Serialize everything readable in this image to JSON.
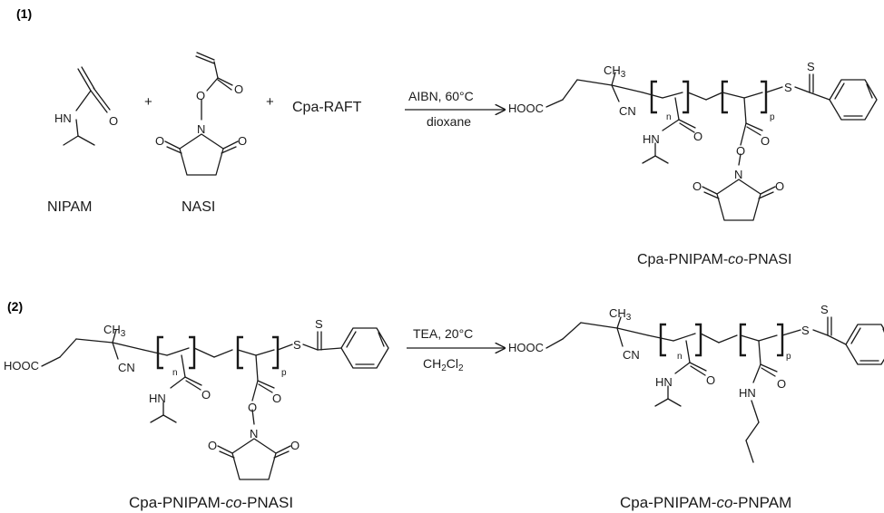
{
  "steps": {
    "one": "(1)",
    "two": "(2)"
  },
  "reactants": {
    "nipam": "NIPAM",
    "nasi": "NASI",
    "raft": "Cpa-RAFT",
    "plus": "+"
  },
  "conditions": {
    "step1_top": "AIBN, 60°C",
    "step1_bottom": "dioxane",
    "step2_top": "TEA, 20°C",
    "step2_bottom_main": "CH",
    "step2_bottom_sub1": "2",
    "step2_bottom_mid": "Cl",
    "step2_bottom_sub2": "2"
  },
  "products": {
    "p1_prefix": "Cpa-PNIPAM-",
    "p1_italic": "co",
    "p1_suffix": "-PNASI",
    "p2_prefix": "Cpa-PNIPAM-",
    "p2_italic": "co",
    "p2_suffix": "-PNPAM"
  },
  "atoms": {
    "O": "O",
    "N": "N",
    "HN": "HN",
    "S": "S",
    "HOOC": "HOOC",
    "CN": "CN",
    "CH": "CH",
    "three": "3",
    "n": "n",
    "p": "p"
  }
}
